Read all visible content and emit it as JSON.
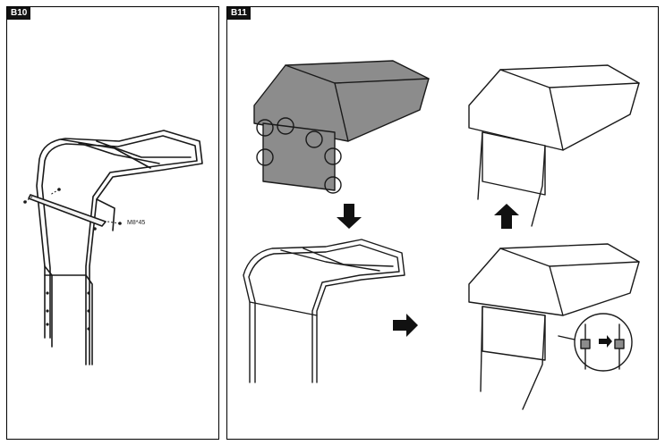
{
  "steps": [
    {
      "id": "B10",
      "label": "B10"
    },
    {
      "id": "B11",
      "label": "B11"
    }
  ],
  "b10": {
    "fastener_label": "M8*45"
  },
  "colors": {
    "outline": "#1a1a1a",
    "cover_fill": "#8c8c8c",
    "arrow_fill": "#111111"
  },
  "icons": [
    "down-arrow-icon",
    "right-arrow-icon",
    "up-arrow-icon"
  ]
}
